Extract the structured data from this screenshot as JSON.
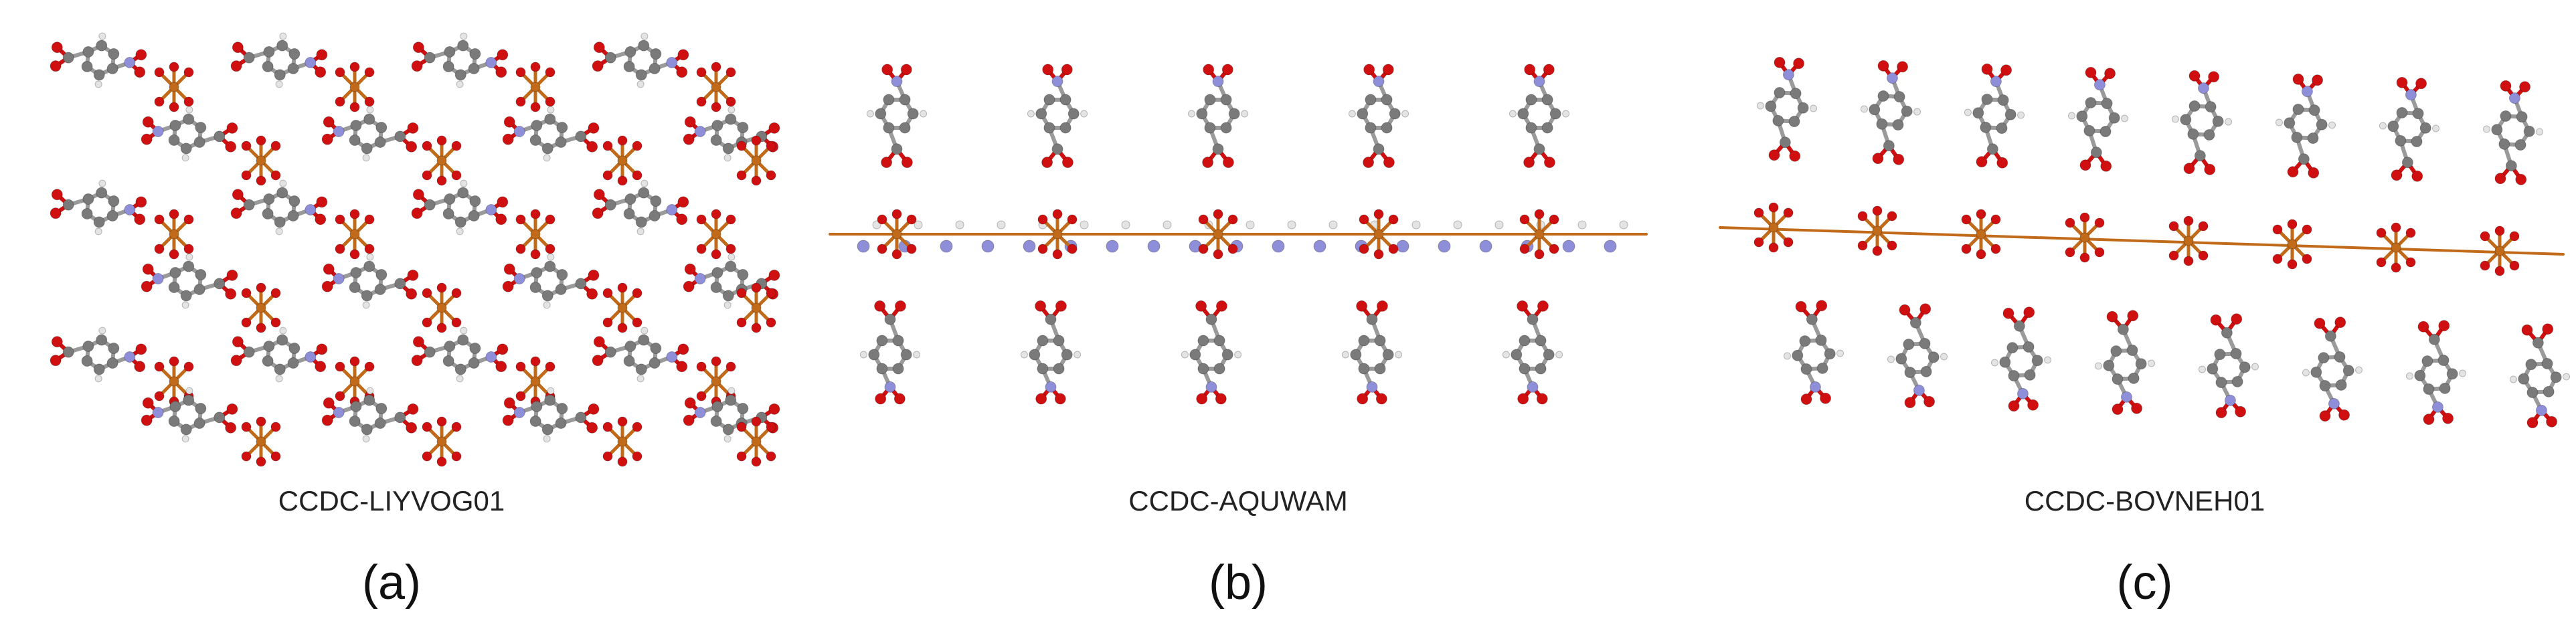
{
  "figure": {
    "panels": [
      {
        "code": "CCDC-LIYVOG01",
        "letter": "(a)"
      },
      {
        "code": "CCDC-AQUWAM",
        "letter": "(b)"
      },
      {
        "code": "CCDC-BOVNEH01",
        "letter": "(c)"
      }
    ]
  },
  "colors": {
    "carbon": "#7a7a7a",
    "oxygen": "#d01010",
    "nitrogen": "#8f8fd9",
    "hydrogen": "#e4e4e4",
    "metal": "#c06a1a",
    "bond": "#9a9a9a"
  }
}
